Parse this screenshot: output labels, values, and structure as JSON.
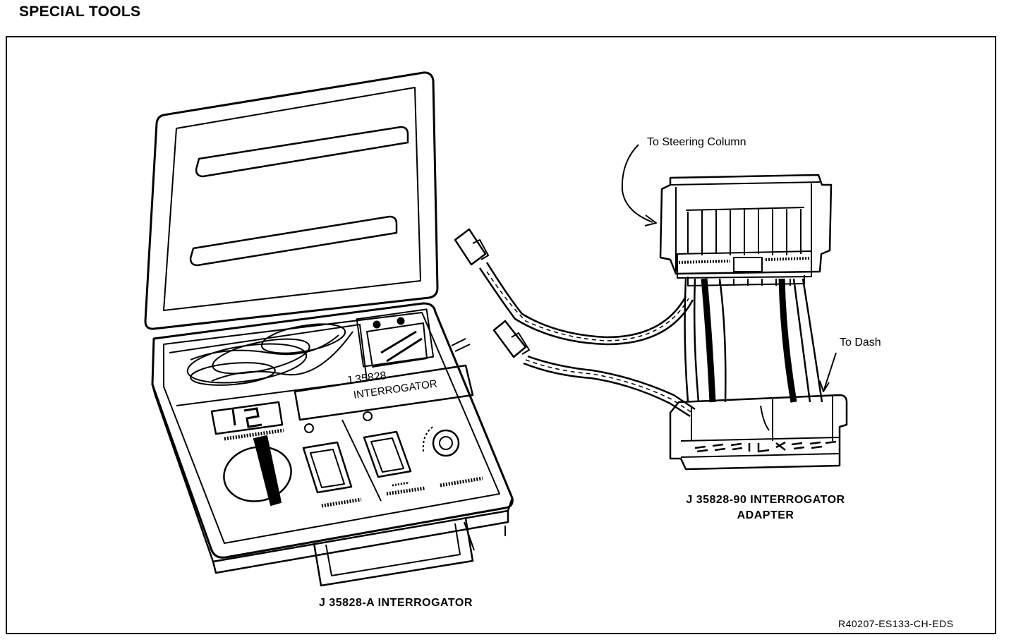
{
  "header": {
    "title": "SPECIAL TOOLS"
  },
  "interrogator": {
    "caption": "J 35828-A INTERROGATOR",
    "panel_label_line1": "J 35828",
    "panel_label_line2": "INTERROGATOR",
    "display_value": "12"
  },
  "adapter": {
    "caption_line1": "J 35828-90 INTERROGATOR",
    "caption_line2": "ADAPTER",
    "callout_steering": "To Steering Column",
    "callout_dash": "To Dash"
  },
  "figure_id": "R40207-ES133-CH-EDS"
}
